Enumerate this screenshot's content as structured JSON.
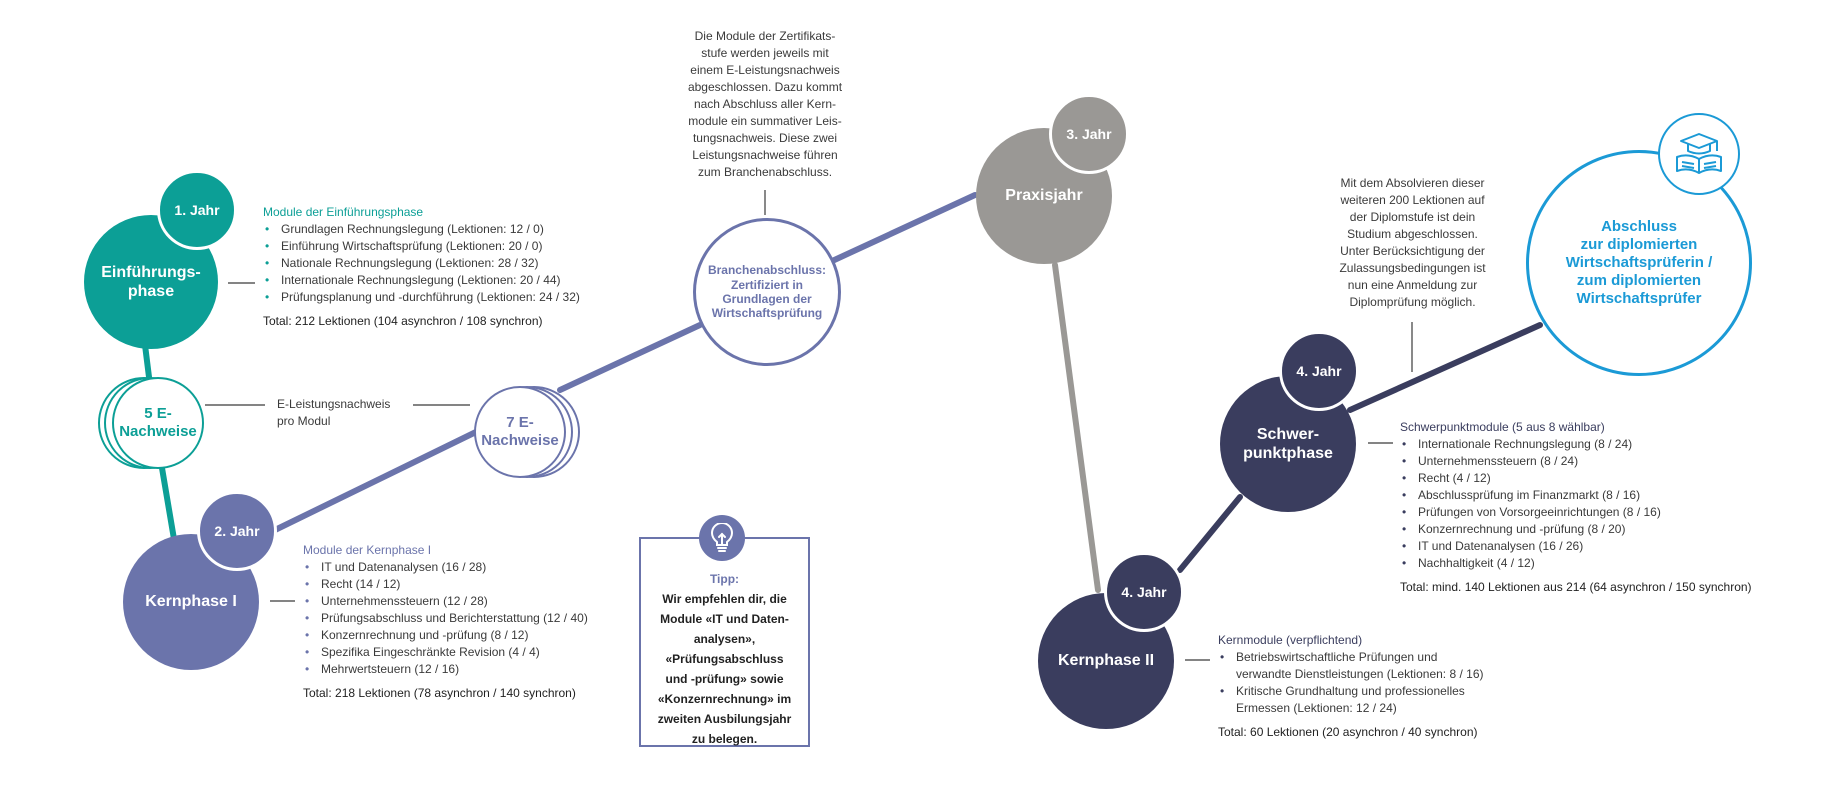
{
  "circles": {
    "year1": "1. Jahr",
    "einfuehrung": "Einführungs-\nphase",
    "e5": "5 E-\nNachweise",
    "year2": "2. Jahr",
    "kernphase1": "Kernphase I",
    "e7": "7 E-\nNachweise",
    "branchen": "Branchenabschluss:\nZertifiziert in\nGrundlagen der\nWirtschaftsprüfung",
    "year3": "3. Jahr",
    "praxisjahr": "Praxisjahr",
    "year4_kern": "4. Jahr",
    "kernphase2": "Kernphase II",
    "year4_schwer": "4. Jahr",
    "schwerpunkt": "Schwer-\npunktphase",
    "abschluss": "Abschluss\nzur diplomierten\nWirtschaftsprüferin /\nzum diplomierten\nWirtschaftsprüfer"
  },
  "einfuehrung_block": {
    "heading": "Module der Einführungsphase",
    "items": [
      "Grundlagen Rechnungslegung (Lektionen: 12 / 0)",
      "Einführung Wirtschaftsprüfung (Lektionen: 20 / 0)",
      "Nationale Rechnungslegung (Lektionen: 28 / 32)",
      "Internationale Rechnungslegung (Lektionen: 20 / 44)",
      "Prüfungsplanung und -durchführung (Lektionen: 24 / 32)"
    ],
    "total": "Total: 212 Lektionen (104 asynchron / 108 synchron)"
  },
  "e_note": "E-Leistungsnachweis\npro Modul",
  "kern1_block": {
    "heading": "Module der Kernphase I",
    "items": [
      "IT und Datenanalysen (16 / 28)",
      "Recht (14 / 12)",
      "Unternehmenssteuern (12 / 28)",
      "Prüfungsabschluss und Berichterstattung (12 / 40)",
      "Konzernrechnung und -prüfung (8 / 12)",
      "Spezifika Eingeschränkte Revision (4 / 4)",
      "Mehrwertsteuern (12 / 16)"
    ],
    "total": "Total: 218 Lektionen (78 asynchron / 140 synchron)"
  },
  "zertifikat_note": "Die Module der Zertifikats-\nstufe werden jeweils mit\neinem E-Leistungsnachweis\nabgeschlossen. Dazu kommt\nnach Abschluss aller Kern-\nmodule ein summativer Leis-\ntungsnachweis. Diese zwei\nLeistungsnachweise führen\nzum Branchenabschluss.",
  "tip": {
    "title": "Tipp:",
    "text": "Wir empfehlen dir, die\nModule «IT und Daten-\nanalysen»,\n«Prüfungsabschluss\nund -prüfung» sowie\n«Konzernrechnung» im\nzweiten Ausbilungsjahr\nzu belegen."
  },
  "diplom_note": "Mit dem Absolvieren dieser\nweiteren 200 Lektionen auf\nder Diplomstufe ist dein\nStudium abgeschlossen.\nUnter Berücksichtigung der\nZulassungsbedingungen ist\nnun eine Anmeldung zur\nDiplomprüfung möglich.",
  "schwer_block": {
    "heading": "Schwerpunktmodule (5 aus 8 wählbar)",
    "items": [
      "Internationale Rechnungslegung (8 / 24)",
      "Unternehmenssteuern (8 / 24)",
      "Recht (4 / 12)",
      "Abschlussprüfung im Finanzmarkt (8 / 16)",
      "Prüfungen von Vorsorgeeinrichtungen (8 / 16)",
      "Konzernrechnung und -prüfung (8 / 20)",
      "IT und Datenanalysen (16 / 26)",
      "Nachhaltigkeit (4 / 12)"
    ],
    "total": "Total: mind. 140 Lektionen aus 214 (64 asynchron / 150 synchron)"
  },
  "kern2_block": {
    "heading": "Kernmodule (verpflichtend)",
    "items": [
      "Betriebswirtschaftliche Prüfungen und\nverwandte Dienstleistungen (Lektionen: 8 / 16)",
      "Kritische Grundhaltung und professionelles\nErmessen (Lektionen: 12 / 24)"
    ],
    "total": "Total: 60 Lektionen (20 asynchron / 40 synchron)"
  },
  "colors": {
    "teal": "#0c9f96",
    "purple": "#6b74ab",
    "grey": "#9a9895",
    "navy": "#3a3d5e",
    "blue": "#1b9ad6"
  },
  "icons": [
    "graduation-cap-book-icon",
    "lightbulb-icon"
  ]
}
